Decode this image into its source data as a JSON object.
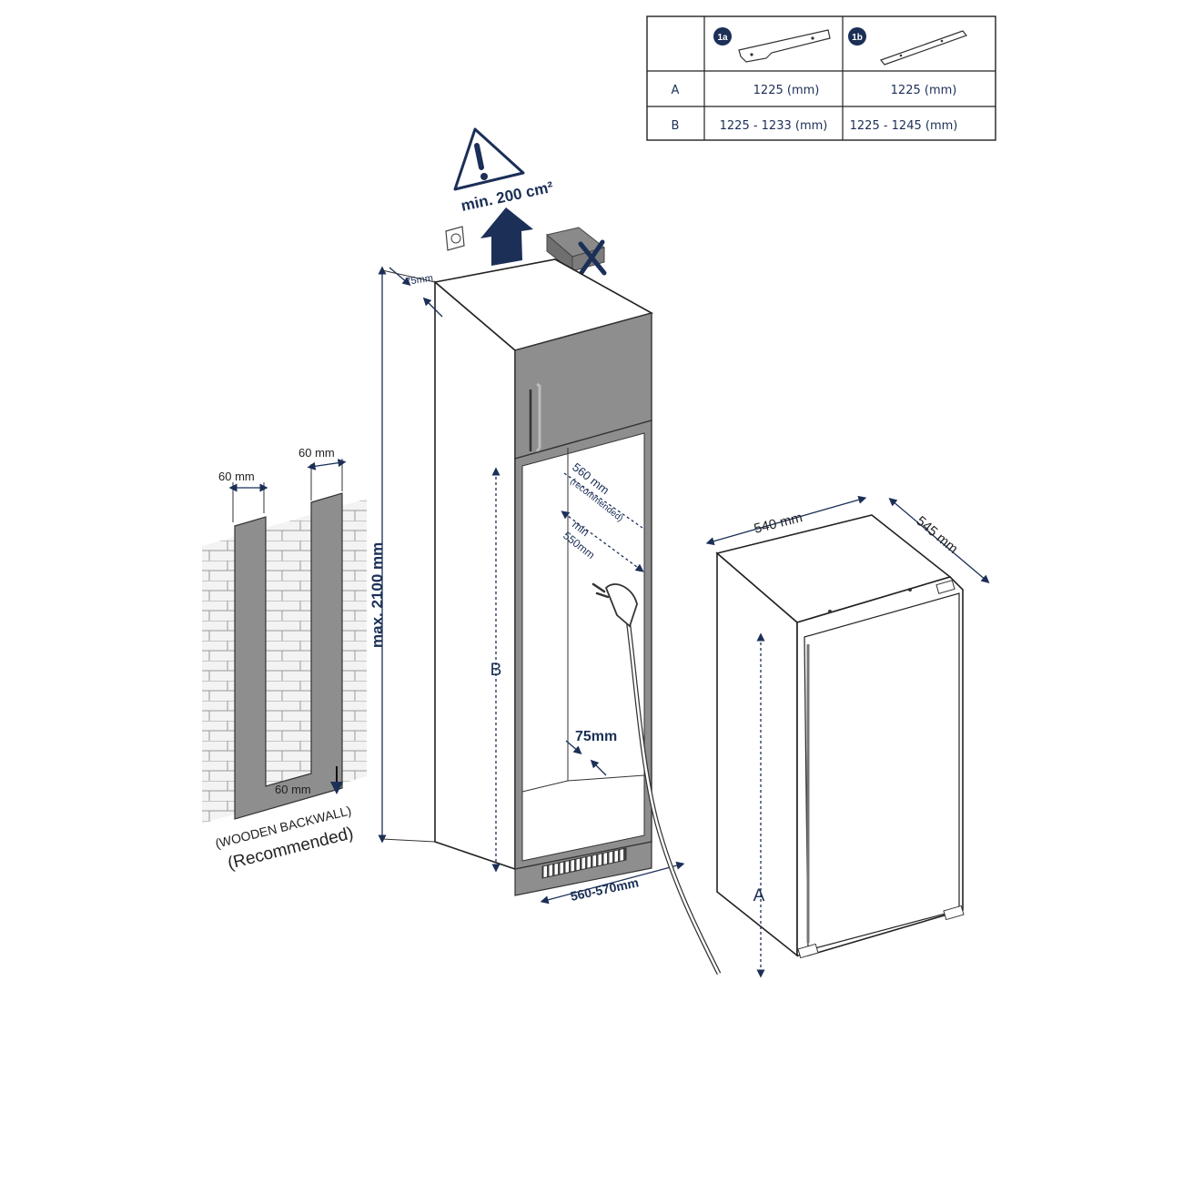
{
  "spec_table": {
    "headers": [
      "",
      "1a",
      "1b"
    ],
    "rows": [
      {
        "key": "A",
        "col_1a": "1225 (mm)",
        "col_1b": "1225 (mm)"
      },
      {
        "key": "B",
        "col_1a": "1225 - 1233 (mm)",
        "col_1b": "1225 - 1245 (mm)"
      }
    ]
  },
  "ventilation": {
    "label": "min. 200 cm²"
  },
  "niche": {
    "depth_top": "75mm",
    "max_height": "max. 2100 mm",
    "width_recommended": "560 mm",
    "recommended": "(recommended)",
    "min_label": "min",
    "min_width": "550mm",
    "rear_gap": "75mm",
    "opening_width": "560-570mm",
    "dim_b": "B"
  },
  "backwall": {
    "left_slot": "60 mm",
    "right_slot": "60 mm",
    "bottom_slot": "60 mm",
    "caption_1": "(WOODEN BACKWALL)",
    "caption_2": "(Recommended)"
  },
  "appliance": {
    "width": "540 mm",
    "depth": "545 mm",
    "dim_a": "A"
  },
  "icons": [
    "warning-triangle-icon",
    "ventilation-arrow-icon",
    "blocked-vent-icon",
    "socket-icon",
    "plug-icon"
  ]
}
